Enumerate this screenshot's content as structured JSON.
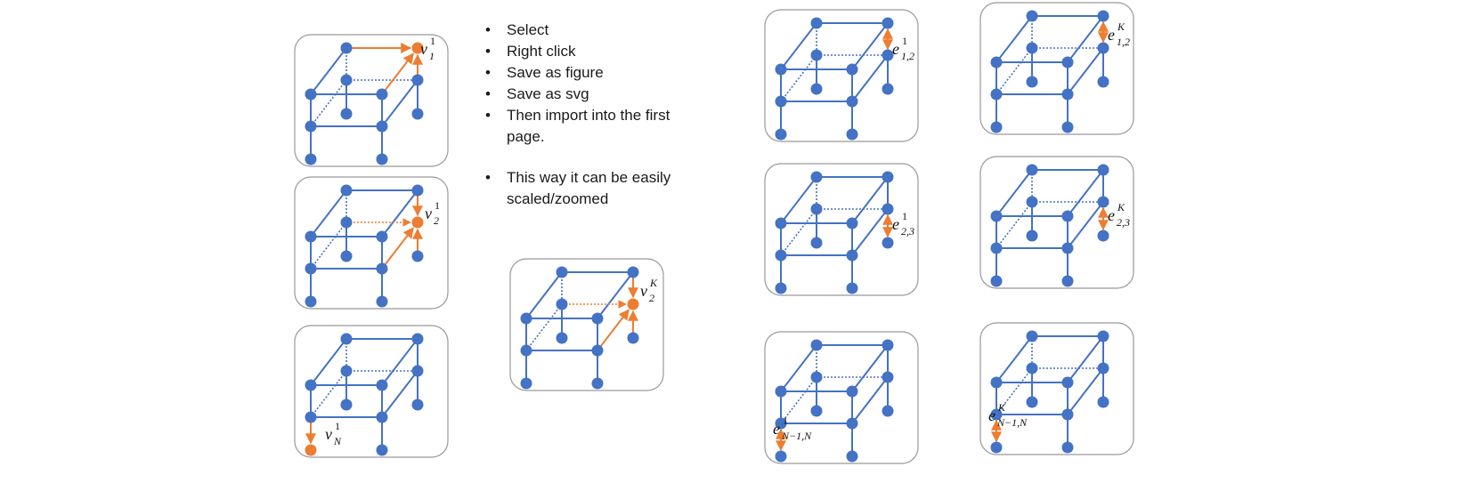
{
  "colors": {
    "node": "#4472c4",
    "edge": "#4472c4",
    "highlight": "#ed7d31",
    "frame": "#999999"
  },
  "instructions": {
    "items": [
      "Select",
      "Right click",
      "Save as figure",
      "Save as svg",
      "Then import into the first page.",
      "This way it can be easily scaled/zoomed"
    ]
  },
  "panels": [
    {
      "id": "v1",
      "label": {
        "base": "v",
        "sub": "1",
        "sup": "1",
        "sup_italic": false
      }
    },
    {
      "id": "v2",
      "label": {
        "base": "v",
        "sub": "2",
        "sup": "1",
        "sup_italic": false
      }
    },
    {
      "id": "vN",
      "label": {
        "base": "v",
        "sub": "N",
        "sup": "1",
        "sup_italic": false
      }
    },
    {
      "id": "v2K",
      "label": {
        "base": "v",
        "sub": "2",
        "sup": "K",
        "sup_italic": true
      }
    },
    {
      "id": "e12",
      "label": {
        "base": "e",
        "sub": "1,2",
        "sup": "1",
        "sup_italic": false
      }
    },
    {
      "id": "e23",
      "label": {
        "base": "e",
        "sub": "2,3",
        "sup": "1",
        "sup_italic": false
      }
    },
    {
      "id": "eN",
      "label": {
        "base": "e",
        "sub": "N−1,N",
        "sup": "1",
        "sup_italic": false
      }
    },
    {
      "id": "e12K",
      "label": {
        "base": "e",
        "sub": "1,2",
        "sup": "K",
        "sup_italic": true
      }
    },
    {
      "id": "e23K",
      "label": {
        "base": "e",
        "sub": "2,3",
        "sup": "K",
        "sup_italic": true
      }
    },
    {
      "id": "eNK",
      "label": {
        "base": "e",
        "sub": "N−1,N",
        "sup": "K",
        "sup_italic": true
      }
    }
  ]
}
